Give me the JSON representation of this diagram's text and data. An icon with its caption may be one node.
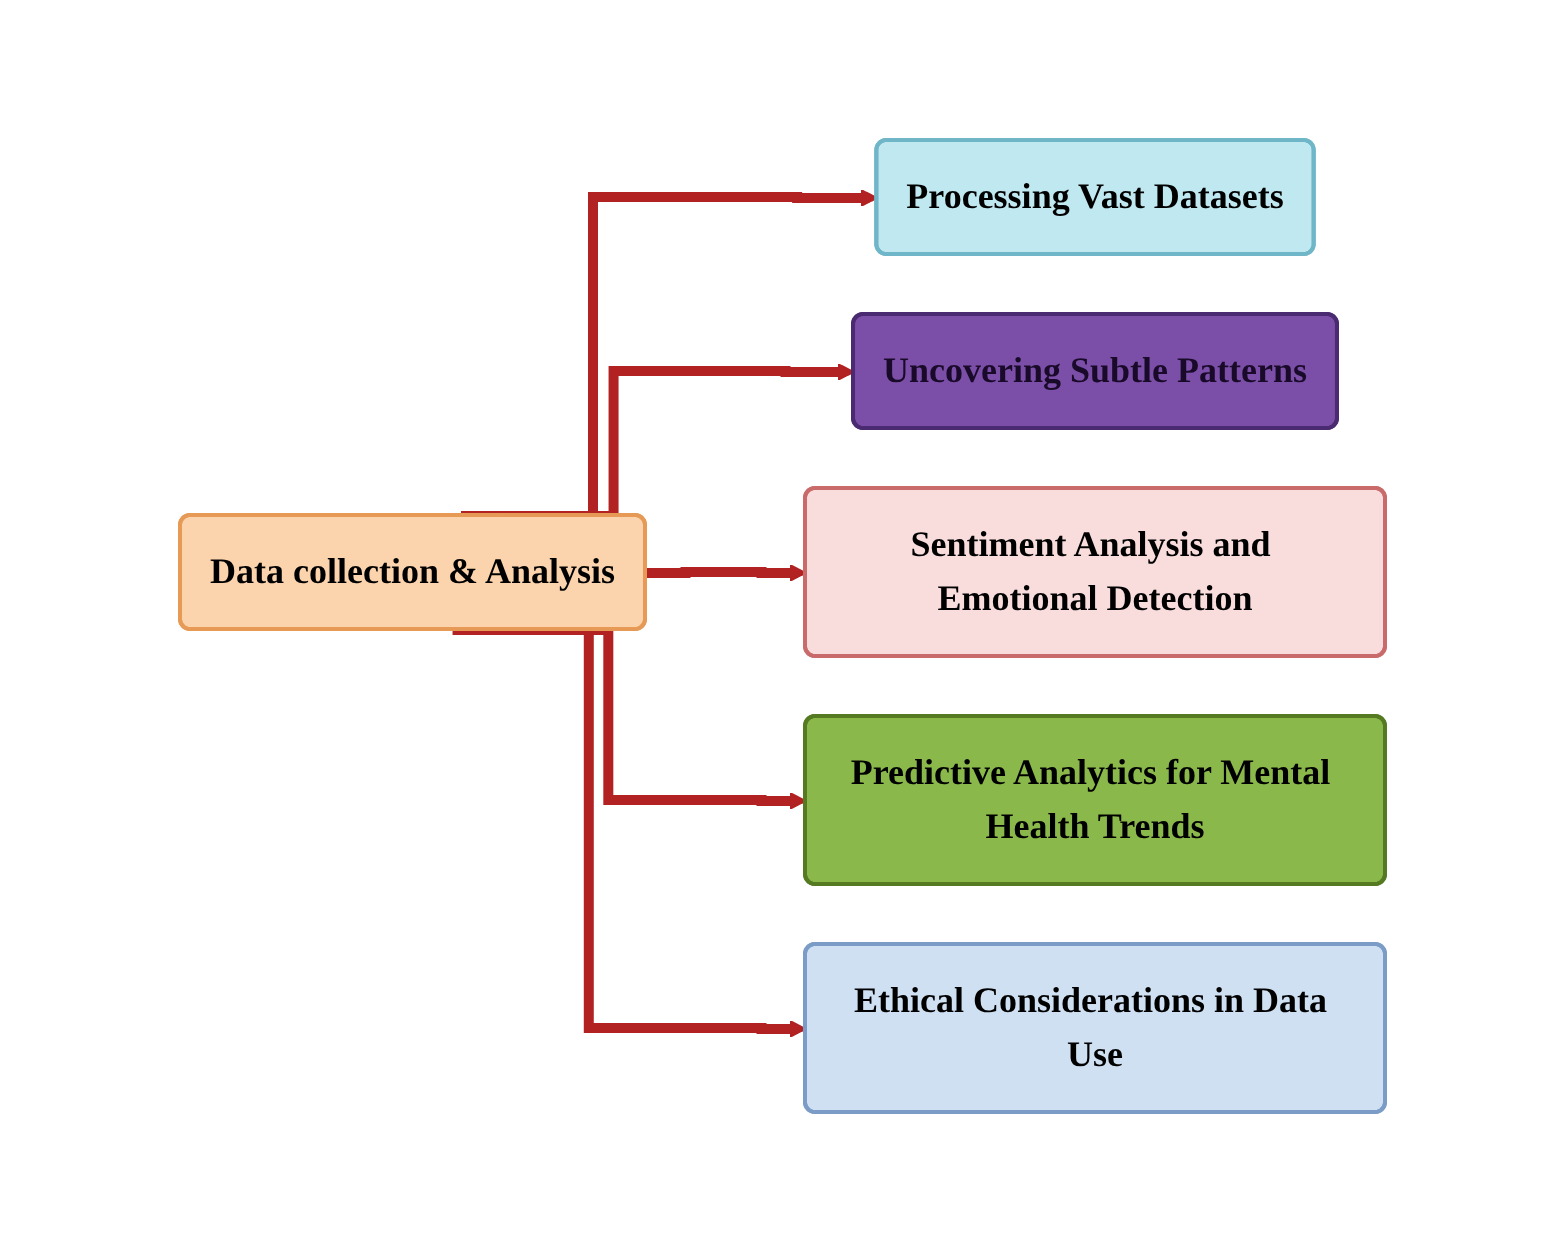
{
  "diagram": {
    "nodes": [
      {
        "text": [
          "Data collection & Analysis"
        ]
      },
      {
        "text": [
          "Processing Vast Datasets"
        ]
      },
      {
        "text": [
          "Uncovering Subtle Patterns"
        ]
      },
      {
        "text": [
          "Sentiment Analysis and Emotional Detection"
        ]
      },
      {
        "text": [
          "Predictive Analytics for Mental Health Trends"
        ]
      },
      {
        "text": [
          "Ethical Considerations in Data Use"
        ]
      }
    ],
    "edges": [
      {
        "from": 0,
        "to": 1,
        "arrow": "to"
      },
      {
        "from": 0,
        "to": 2,
        "arrow": "to"
      },
      {
        "from": 0,
        "to": 3,
        "arrow": "to"
      },
      {
        "from": 0,
        "to": 4,
        "arrow": "to"
      },
      {
        "from": 0,
        "to": 5,
        "arrow": "to"
      }
    ]
  }
}
